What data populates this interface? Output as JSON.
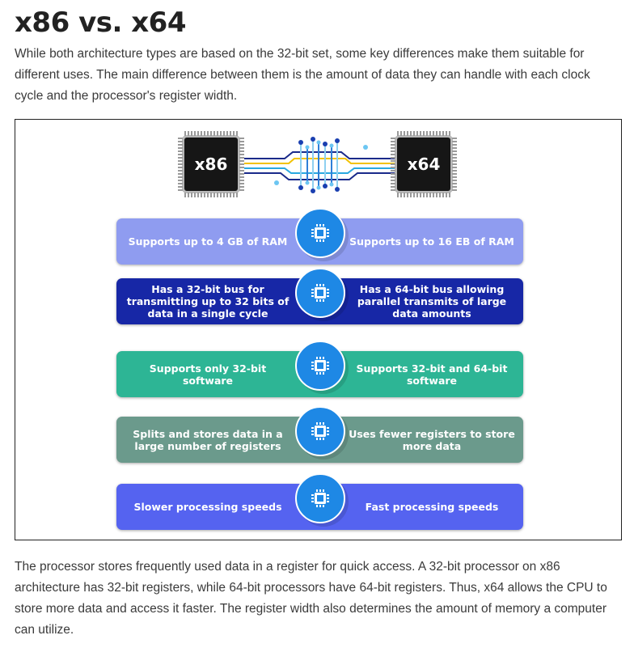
{
  "heading": "x86 vs. x64",
  "intro": "While both architecture types are based on the 32-bit set, some key differences make them suitable for different uses. The main difference between them is the amount of data they can handle with each clock cycle and the processor's register width.",
  "figure": {
    "chip_left": "x86",
    "chip_right": "x64",
    "rows": [
      {
        "left": "Supports up to 4 GB of RAM",
        "right": "Supports up to 16 EB of RAM",
        "color": "#8f9cf0"
      },
      {
        "left": "Has a 32-bit bus for transmitting up to 32 bits of data in a single cycle",
        "right": "Has a 64-bit bus allowing parallel transmits of large data amounts",
        "color": "#1727a6"
      },
      {
        "left": "Supports only 32-bit software",
        "right": "Supports 32-bit and 64-bit software",
        "color": "#2db595"
      },
      {
        "left": "Splits and stores data in a large number of registers",
        "right": "Uses fewer registers to store more data",
        "color": "#6b9a8c"
      },
      {
        "left": "Slower processing speeds",
        "right": "Fast processing speeds",
        "color": "#5563f0"
      }
    ],
    "icon": "cpu-chip-icon"
  },
  "outro": "The processor stores frequently used data in a register for quick access. A 32-bit processor on x86 architecture has 32-bit registers, while 64-bit processors have 64-bit registers. Thus, x64 allows the CPU to store more data and access it faster. The register width also determines the amount of memory a computer can utilize."
}
